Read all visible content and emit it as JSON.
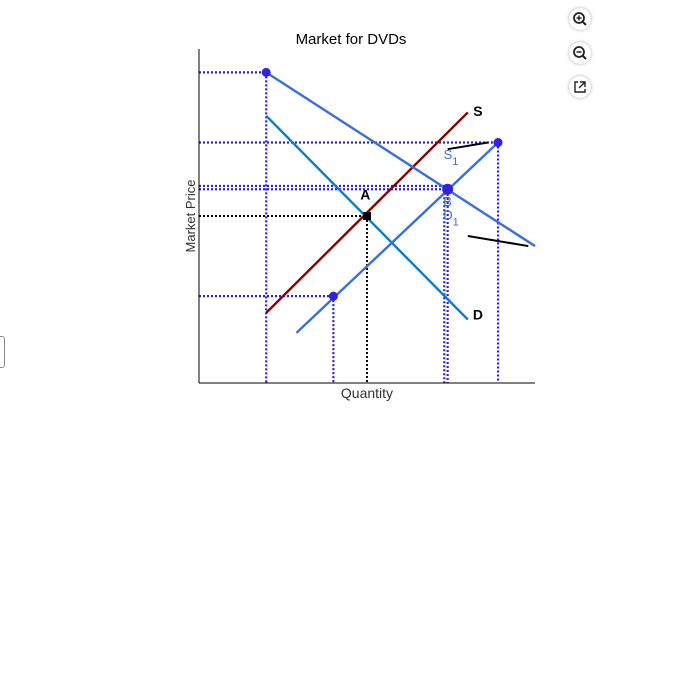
{
  "toolbar": {
    "zoom_in_icon": "zoom-in-icon",
    "zoom_out_icon": "zoom-out-icon",
    "popout_icon": "external-link-icon"
  },
  "colors": {
    "supply": "#8b0000",
    "demand": "#0a7ec2",
    "shifted": "#3b6fd8",
    "guides": "#2a1fe0",
    "equilibrium": "#000000"
  },
  "chart_data": {
    "type": "line",
    "title": "Market for DVDs",
    "xlabel": "Quantity",
    "ylabel": "Market Price",
    "xlim": [
      0,
      10
    ],
    "ylim": [
      0,
      10
    ],
    "grid": false,
    "series": [
      {
        "name": "S",
        "color": "#8b0000",
        "points": [
          [
            2,
            2.1
          ],
          [
            8,
            8.1
          ]
        ]
      },
      {
        "name": "D",
        "color": "#0a7ec2",
        "points": [
          [
            2,
            8
          ],
          [
            8,
            1.9
          ]
        ]
      },
      {
        "name": "S1",
        "color": "#3b6fd8",
        "points": [
          [
            2.9,
            1.5
          ],
          [
            8.9,
            7.2
          ]
        ]
      },
      {
        "name": "D1",
        "color": "#3b6fd8",
        "points": [
          [
            2,
            9.3
          ],
          [
            10,
            4.1
          ]
        ]
      }
    ],
    "points": [
      {
        "label": "A",
        "x": 5,
        "y": 5
      },
      {
        "label": "B",
        "x": 7.4,
        "y": 5.8
      },
      {
        "label": "",
        "x": 2,
        "y": 9.3
      },
      {
        "label": "",
        "x": 8.9,
        "y": 7.2
      },
      {
        "label": "",
        "x": 4,
        "y": 2.6
      }
    ],
    "guides": [
      {
        "x": 2,
        "y": 9.3
      },
      {
        "x": 8.9,
        "y": 7.2
      },
      {
        "x": 7.4,
        "y": 5.9
      },
      {
        "x": 7.3,
        "y": 5.8
      },
      {
        "x": 4,
        "y": 2.6
      }
    ],
    "annotations": [
      {
        "text": "S",
        "x": 8.3,
        "y": 8.0
      },
      {
        "text": "D",
        "x": 8.3,
        "y": 1.9
      },
      {
        "text": "S1",
        "x": 7.5,
        "y": 6.7
      },
      {
        "text": "B",
        "x": 7.4,
        "y": 5.3
      },
      {
        "text": "D1",
        "x": 7.5,
        "y": 4.9
      },
      {
        "text": "A",
        "x": 4.95,
        "y": 5.5
      }
    ],
    "strokes": [
      {
        "points": [
          [
            7.4,
            7.0
          ],
          [
            8.6,
            7.2
          ]
        ]
      },
      {
        "points": [
          [
            8.0,
            4.4
          ],
          [
            9.8,
            4.1
          ]
        ]
      }
    ]
  }
}
